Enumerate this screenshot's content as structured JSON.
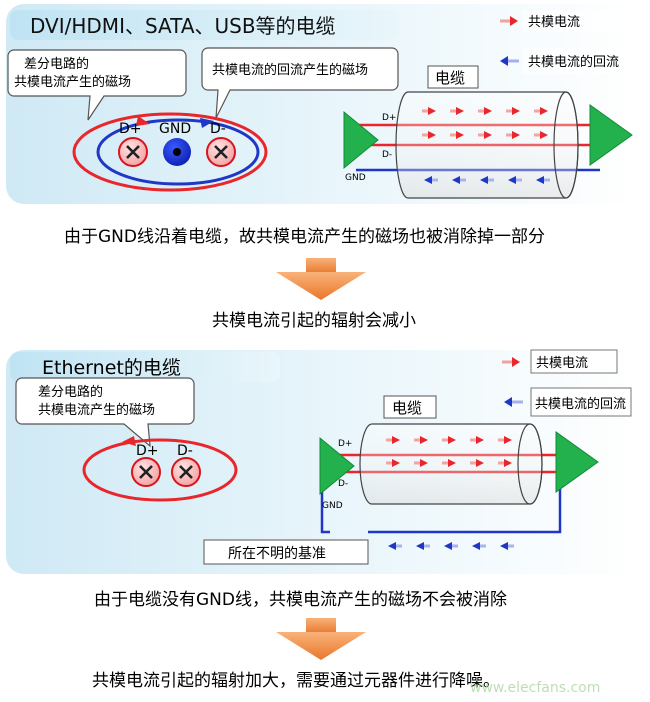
{
  "panel1": {
    "title": "DVI/HDMI、SATA、USB等的电缆",
    "callout_diff": [
      "差分电路的",
      "共模电流产生的磁场"
    ],
    "callout_return": "共模电流的回流产生的磁场",
    "pin_dplus": "D+",
    "pin_gnd": "GND",
    "pin_dminus": "D-",
    "cable_label": "电缆",
    "line_dplus": "D+",
    "line_dminus": "D-",
    "line_gnd": "GND",
    "legend_common": "共模电流",
    "legend_return": "共模电流的回流"
  },
  "statement1": "由于GND线沿着电缆，故共模电流产生的磁场也被消除掉一部分",
  "result1": "共模电流引起的辐射会减小",
  "panel2": {
    "title": "Ethernet的电缆",
    "callout_diff": [
      "差分电路的",
      "共模电流产生的磁场"
    ],
    "pin_dplus": "D+",
    "pin_dminus": "D-",
    "cable_label": "电缆",
    "line_dplus": "D+",
    "line_dminus": "D-",
    "line_gnd": "GND",
    "reference_box": "所在不明的基准",
    "legend_common": "共模电流",
    "legend_return": "共模电流的回流"
  },
  "statement2": "由于电缆没有GND线，共模电流产生的磁场不会被消除",
  "result2": "共模电流引起的辐射加大，需要通过元器件进行降噪。",
  "watermark": "www.elecfans.com",
  "colors": {
    "panel_bg": "#e6f4fa",
    "red": "#e8262c",
    "blue": "#1f37c7",
    "green": "#22b14c",
    "arrow_orange": "#ef8a3a"
  }
}
